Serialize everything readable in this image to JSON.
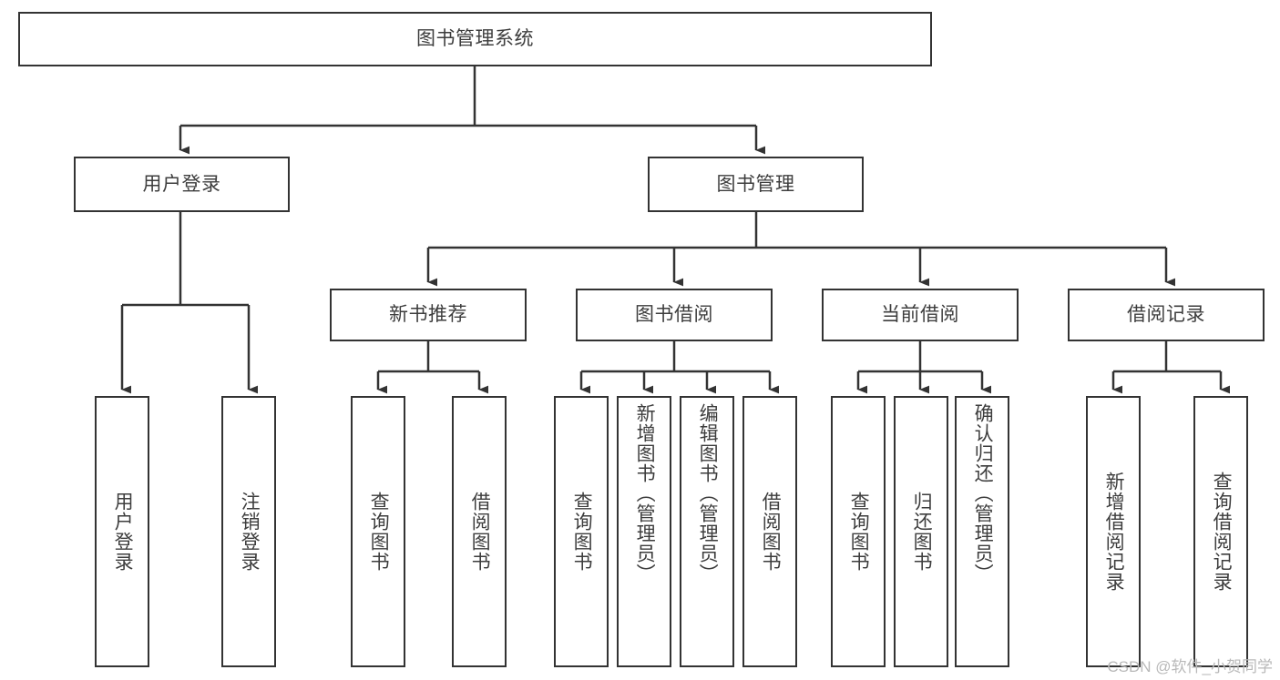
{
  "diagram": {
    "title": "图书管理系统",
    "type": "tree-hierarchy-chart",
    "colors": {
      "stroke": "#333333",
      "fill": "#ffffff",
      "text": "#3d3d3d",
      "watermark": "#b9b9b9"
    },
    "root": {
      "label": "图书管理系统"
    },
    "level2": [
      {
        "label": "用户登录"
      },
      {
        "label": "图书管理"
      }
    ],
    "level3": [
      {
        "label": "新书推荐"
      },
      {
        "label": "图书借阅"
      },
      {
        "label": "当前借阅"
      },
      {
        "label": "借阅记录"
      }
    ],
    "leaves": {
      "user_login": [
        {
          "label": "用户登录"
        },
        {
          "label": "注销登录"
        }
      ],
      "new_book_recommend": [
        {
          "label": "查询图书"
        },
        {
          "label": "借阅图书"
        }
      ],
      "book_borrow": [
        {
          "label": "查询图书"
        },
        {
          "label": "新增图书（管理员）"
        },
        {
          "label": "编辑图书（管理员）"
        },
        {
          "label": "借阅图书"
        }
      ],
      "current_borrow": [
        {
          "label": "查询图书"
        },
        {
          "label": "归还图书"
        },
        {
          "label": "确认归还（管理员）"
        }
      ],
      "borrow_record": [
        {
          "label": "新增借阅记录"
        },
        {
          "label": "查询借阅记录"
        }
      ]
    }
  },
  "watermark": {
    "text": "CSDN @软件_小贺同学"
  }
}
